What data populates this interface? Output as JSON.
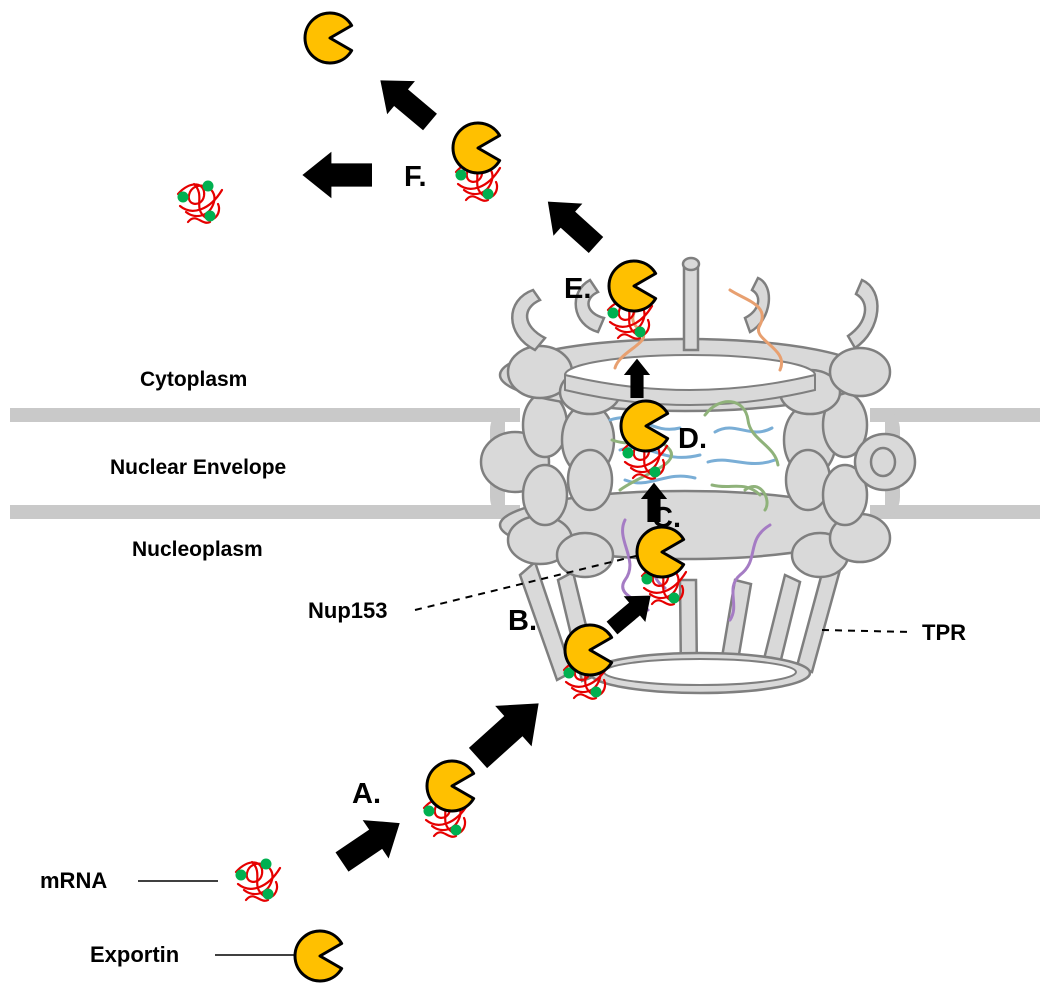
{
  "regions": {
    "cytoplasm": "Cytoplasm",
    "nuclear_envelope": "Nuclear Envelope",
    "nucleoplasm": "Nucleoplasm"
  },
  "steps": {
    "a": "A.",
    "b": "B.",
    "c": "C.",
    "d": "D.",
    "e": "E.",
    "f": "F."
  },
  "callouts": {
    "nup153": "Nup153",
    "tpr": "TPR",
    "mrna": "mRNA",
    "exportin": "Exportin"
  },
  "colors": {
    "exportin_fill": "#ffc000",
    "mrna_strand": "#e60000",
    "mrna_cap": "#00b050",
    "pore_fill": "#d9d9d9",
    "pore_stroke": "#7f7f7f",
    "membrane": "#c9c9c9",
    "fg_orange": "#e8a070",
    "fg_blue": "#7aaed6",
    "fg_green": "#8fb27a",
    "fg_purple": "#a57cc4",
    "arrow": "#000000"
  },
  "icons": {
    "exportin": "pacman-shape",
    "mrna": "squiggle-with-dots"
  }
}
